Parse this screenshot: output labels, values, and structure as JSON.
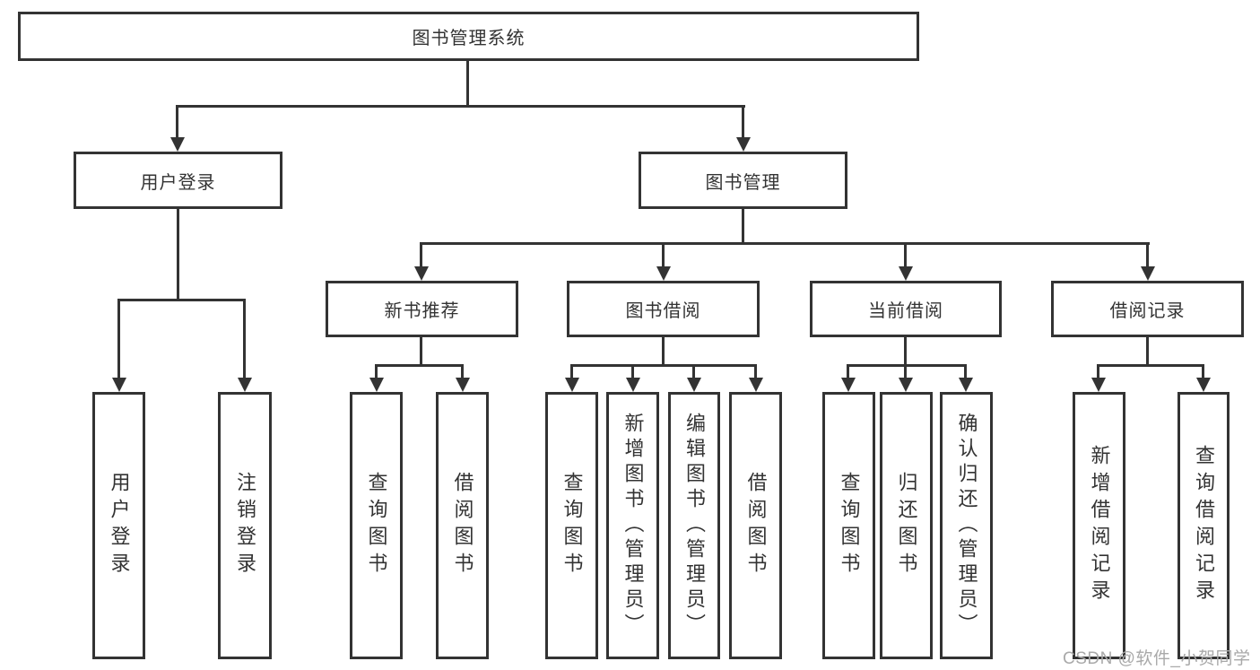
{
  "colors": {
    "line": "#333333",
    "box_background": "#ffffff",
    "text": "#333333",
    "watermark": "#a9a9a9"
  },
  "diagram": {
    "root": {
      "label": "图书管理系统"
    },
    "level2": {
      "user_login": {
        "label": "用户登录"
      },
      "book_mgmt": {
        "label": "图书管理"
      }
    },
    "level3": {
      "new_book_rec": {
        "label": "新书推荐"
      },
      "book_borrow": {
        "label": "图书借阅"
      },
      "current_borrow": {
        "label": "当前借阅"
      },
      "borrow_records": {
        "label": "借阅记录"
      }
    },
    "leaves": {
      "ul_login": {
        "label": "用户登录"
      },
      "ul_logout": {
        "label": "注销登录"
      },
      "nbr_query": {
        "label": "查询图书"
      },
      "nbr_borrow": {
        "label": "借阅图书"
      },
      "bb_query": {
        "label": "查询图书"
      },
      "bb_add": {
        "label": "新增图书（管理员）"
      },
      "bb_edit": {
        "label": "编辑图书（管理员）"
      },
      "bb_borrow": {
        "label": "借阅图书"
      },
      "cb_query": {
        "label": "查询图书"
      },
      "cb_return": {
        "label": "归还图书"
      },
      "cb_confirm": {
        "label": "确认归还（管理员）"
      },
      "br_add": {
        "label": "新增借阅记录"
      },
      "br_query": {
        "label": "查询借阅记录"
      }
    }
  },
  "watermark": {
    "text": "CSDN @软件_小贺同学"
  }
}
